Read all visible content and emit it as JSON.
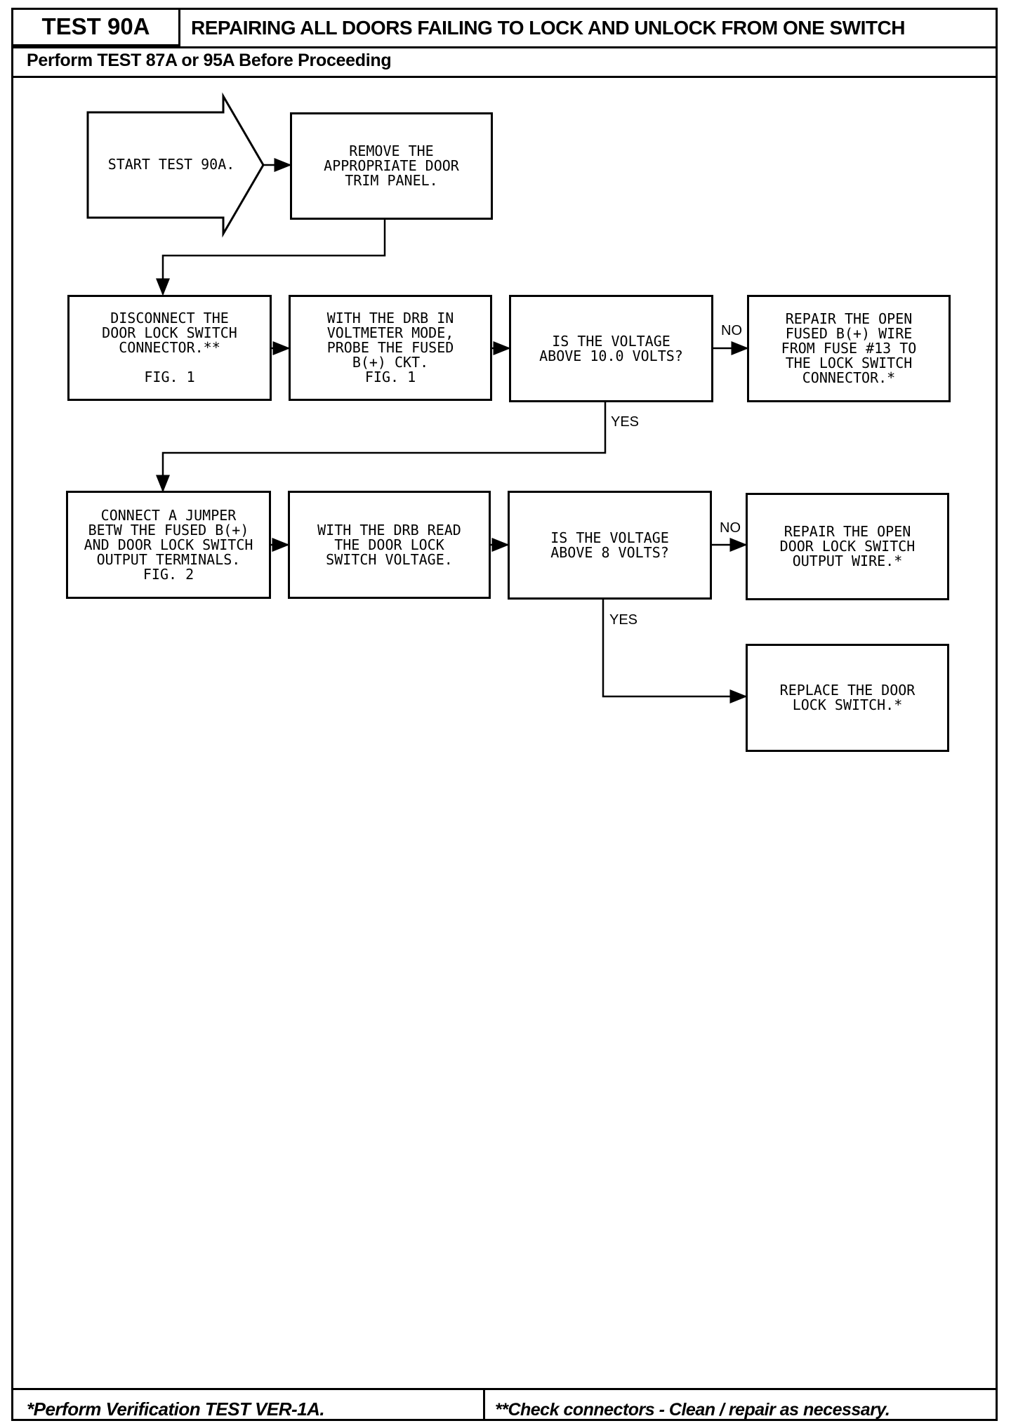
{
  "header": {
    "test_id": "TEST 90A",
    "title": "REPAIRING ALL DOORS FAILING TO LOCK AND UNLOCK FROM ONE SWITCH",
    "prerequisite": "Perform TEST 87A or 95A Before Proceeding"
  },
  "flowchart": {
    "start": "START TEST 90A.",
    "remove_trim": "REMOVE THE\nAPPROPRIATE DOOR\nTRIM PANEL.",
    "disconnect": "DISCONNECT THE\nDOOR LOCK SWITCH\nCONNECTOR.**\n\nFIG. 1",
    "probe": "WITH THE DRB IN\nVOLTMETER MODE,\nPROBE THE FUSED\nB(+) CKT.\nFIG. 1",
    "question1": "IS THE VOLTAGE\nABOVE 10.0 VOLTS?",
    "repair_fused": "REPAIR THE OPEN\nFUSED B(+) WIRE\nFROM FUSE #13 TO\nTHE LOCK SWITCH\nCONNECTOR.*",
    "jumper": "CONNECT A JUMPER\nBETW THE FUSED B(+)\nAND DOOR LOCK SWITCH\nOUTPUT TERMINALS.\nFIG. 2",
    "read_voltage": "WITH THE DRB READ\nTHE DOOR LOCK\nSWITCH VOLTAGE.",
    "question2": "IS THE VOLTAGE\nABOVE 8 VOLTS?",
    "repair_output": "REPAIR THE OPEN\nDOOR LOCK SWITCH\nOUTPUT WIRE.*",
    "replace_switch": "REPLACE THE DOOR\nLOCK SWITCH.*",
    "no_label": "NO",
    "yes_label": "YES"
  },
  "footer": {
    "verification": "*Perform Verification TEST VER-1A.",
    "connectors_note": "**Check connectors - Clean / repair as necessary."
  }
}
